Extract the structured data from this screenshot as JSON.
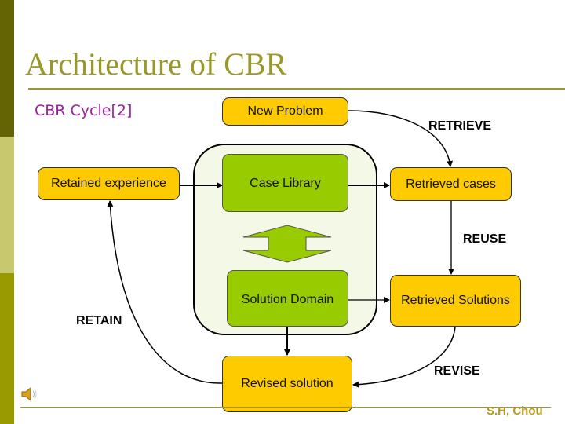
{
  "slide": {
    "title": "Architecture of CBR",
    "subtitle": "CBR Cycle[2]",
    "author": "S.H, Chou"
  },
  "diagram": {
    "nodes": {
      "new_problem": "New Problem",
      "retained_experience": "Retained experience",
      "case_library": "Case Library",
      "retrieved_cases": "Retrieved cases",
      "solution_domain": "Solution Domain",
      "retrieved_solutions": "Retrieved Solutions",
      "revised_solution": "Revised solution"
    },
    "steps": {
      "retrieve": "RETRIEVE",
      "reuse": "REUSE",
      "revise": "REVISE",
      "retain": "RETAIN"
    },
    "colors": {
      "process_box": "#fecb00",
      "domain_box": "#99cc00",
      "container": "#f4f8e6"
    }
  },
  "icons": {
    "audio": "speaker-icon"
  }
}
